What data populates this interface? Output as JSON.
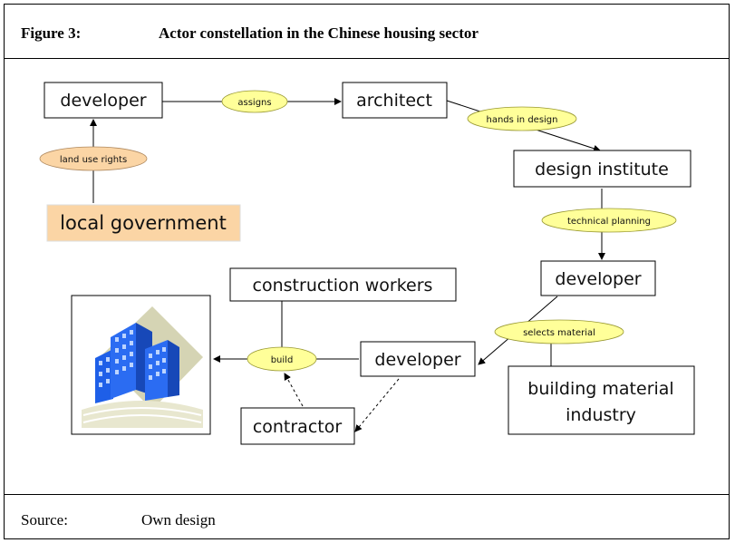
{
  "header": {
    "figure_label": "Figure 3:",
    "title": "Actor constellation in the Chinese housing sector"
  },
  "footer": {
    "source_label": "Source:",
    "source_value": "Own design"
  },
  "nodes": {
    "developer_top": "developer",
    "architect": "architect",
    "local_government": "local government",
    "design_institute": "design institute",
    "developer_mid": "developer",
    "construction_workers": "construction workers",
    "developer_bottom": "developer",
    "building_material_line1": "building material",
    "building_material_line2": "industry",
    "contractor": "contractor"
  },
  "relations": {
    "assigns": "assigns",
    "land_use_rights": "land use rights",
    "hands_in_design": "hands in design",
    "technical_planning": "technical planning",
    "selects_material": "selects material",
    "build": "build"
  },
  "colors": {
    "relation_fill": "#ffff99",
    "government_fill": "#fbd5a5",
    "land_rights_fill": "#fbd5a5",
    "building_blue": "#1e5fe8"
  }
}
